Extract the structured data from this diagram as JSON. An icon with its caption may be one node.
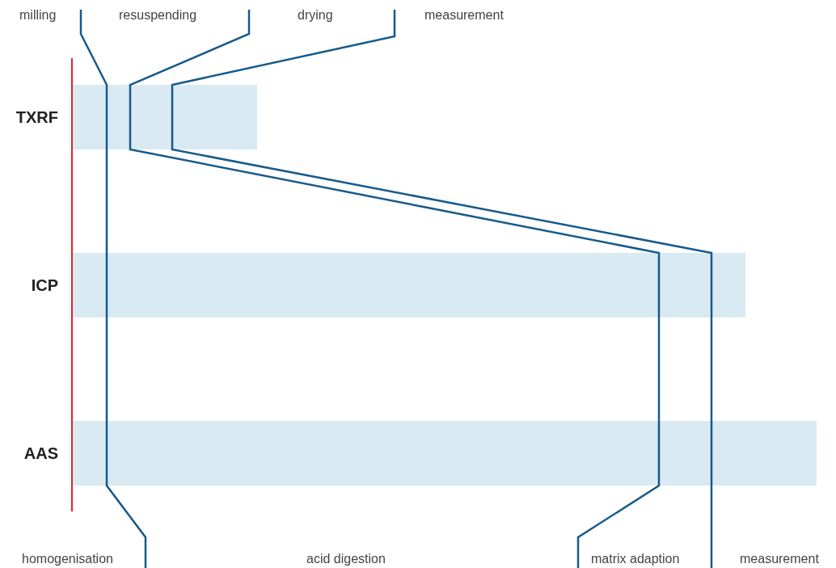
{
  "diagram": {
    "nodes": [
      {
        "text": [
          "TXRF"
        ]
      },
      {
        "text": [
          "ICP"
        ]
      },
      {
        "text": [
          "AAS"
        ]
      }
    ],
    "labels": [
      "milling",
      "resuspending",
      "drying",
      "measurement",
      "homogenisation",
      "acid digestion",
      "matrix adaption",
      "measurement"
    ]
  }
}
